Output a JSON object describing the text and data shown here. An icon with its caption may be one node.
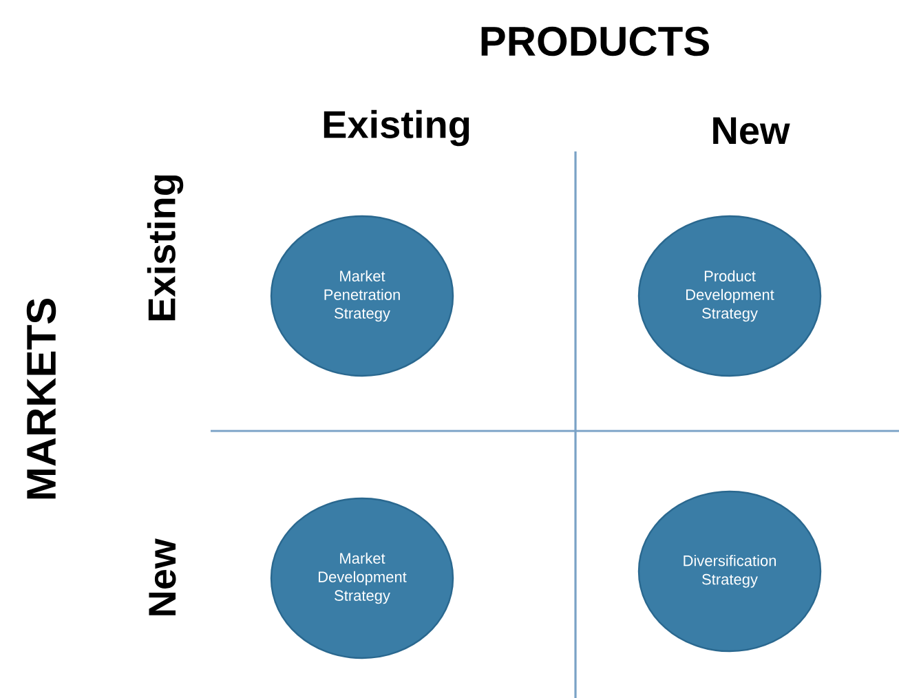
{
  "diagram": {
    "nodes": [
      {
        "text": [
          "Market Penetration Strategy"
        ]
      },
      {
        "text": [
          "Product Development Strategy"
        ]
      },
      {
        "text": [
          "Market Development Strategy"
        ]
      },
      {
        "text": [
          "Diversification Strategy"
        ]
      }
    ],
    "labels": [
      "PRODUCTS",
      "Existing",
      "New",
      "MARKETS",
      "Existing",
      "New"
    ]
  }
}
